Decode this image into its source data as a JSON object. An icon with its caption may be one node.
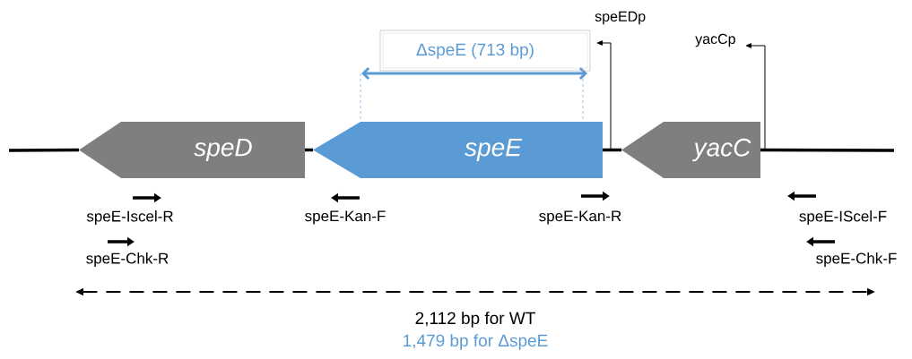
{
  "diagram": {
    "nodes": [
      {
        "text": [
          "speD"
        ]
      },
      {
        "text": [
          "speE"
        ]
      },
      {
        "text": [
          "yacC"
        ]
      },
      {
        "text": [
          "ΔspeE (713 bp)"
        ]
      }
    ],
    "edges": [
      {
        "from": null,
        "to": 0,
        "arrow": "none"
      },
      {
        "from": 0,
        "to": 1,
        "arrow": "none"
      },
      {
        "from": 1,
        "to": 2,
        "arrow": "none"
      },
      {
        "from": 2,
        "to": null,
        "arrow": "none"
      }
    ],
    "labels": [
      "speEDp",
      "yacCp",
      "speE-Iscel-R",
      "speE-Kan-F",
      "speE-Kan-R",
      "speE-IScel-F",
      "speE-Chk-R",
      "speE-Chk-F",
      "2,112 bp for WT",
      "1,479 bp for ΔspeE"
    ]
  }
}
